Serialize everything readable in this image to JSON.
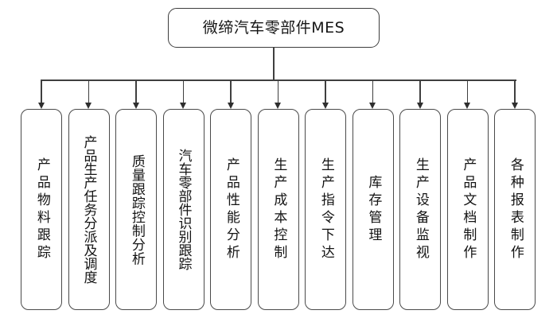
{
  "diagram": {
    "type": "org-tree",
    "orientation": "top-down",
    "background_color": "#ffffff",
    "line_color": "#3f3f3f",
    "box_border_color": "#4a4a4a",
    "root": {
      "label": "微缔汽车零部件MES"
    },
    "nodes": [
      {
        "label": "产品物料跟踪",
        "chars": 6,
        "spacing": "loose"
      },
      {
        "label": "产品生产任务分派及调度",
        "chars": 10,
        "spacing": "tight"
      },
      {
        "label": "质量跟踪控制分析",
        "chars": 8,
        "spacing": "normal"
      },
      {
        "label": "汽车零部件识别跟踪",
        "chars": 9,
        "spacing": "tight"
      },
      {
        "label": "产品性能分析",
        "chars": 6,
        "spacing": "loose"
      },
      {
        "label": "生产成本控制",
        "chars": 6,
        "spacing": "loose"
      },
      {
        "label": "生产指令下达",
        "chars": 6,
        "spacing": "loose"
      },
      {
        "label": "库存管理",
        "chars": 4,
        "spacing": "loose"
      },
      {
        "label": "生产设备监视",
        "chars": 6,
        "spacing": "loose"
      },
      {
        "label": "产品文档制作",
        "chars": 6,
        "spacing": "loose"
      },
      {
        "label": "各种报表制作",
        "chars": 6,
        "spacing": "loose"
      }
    ]
  }
}
